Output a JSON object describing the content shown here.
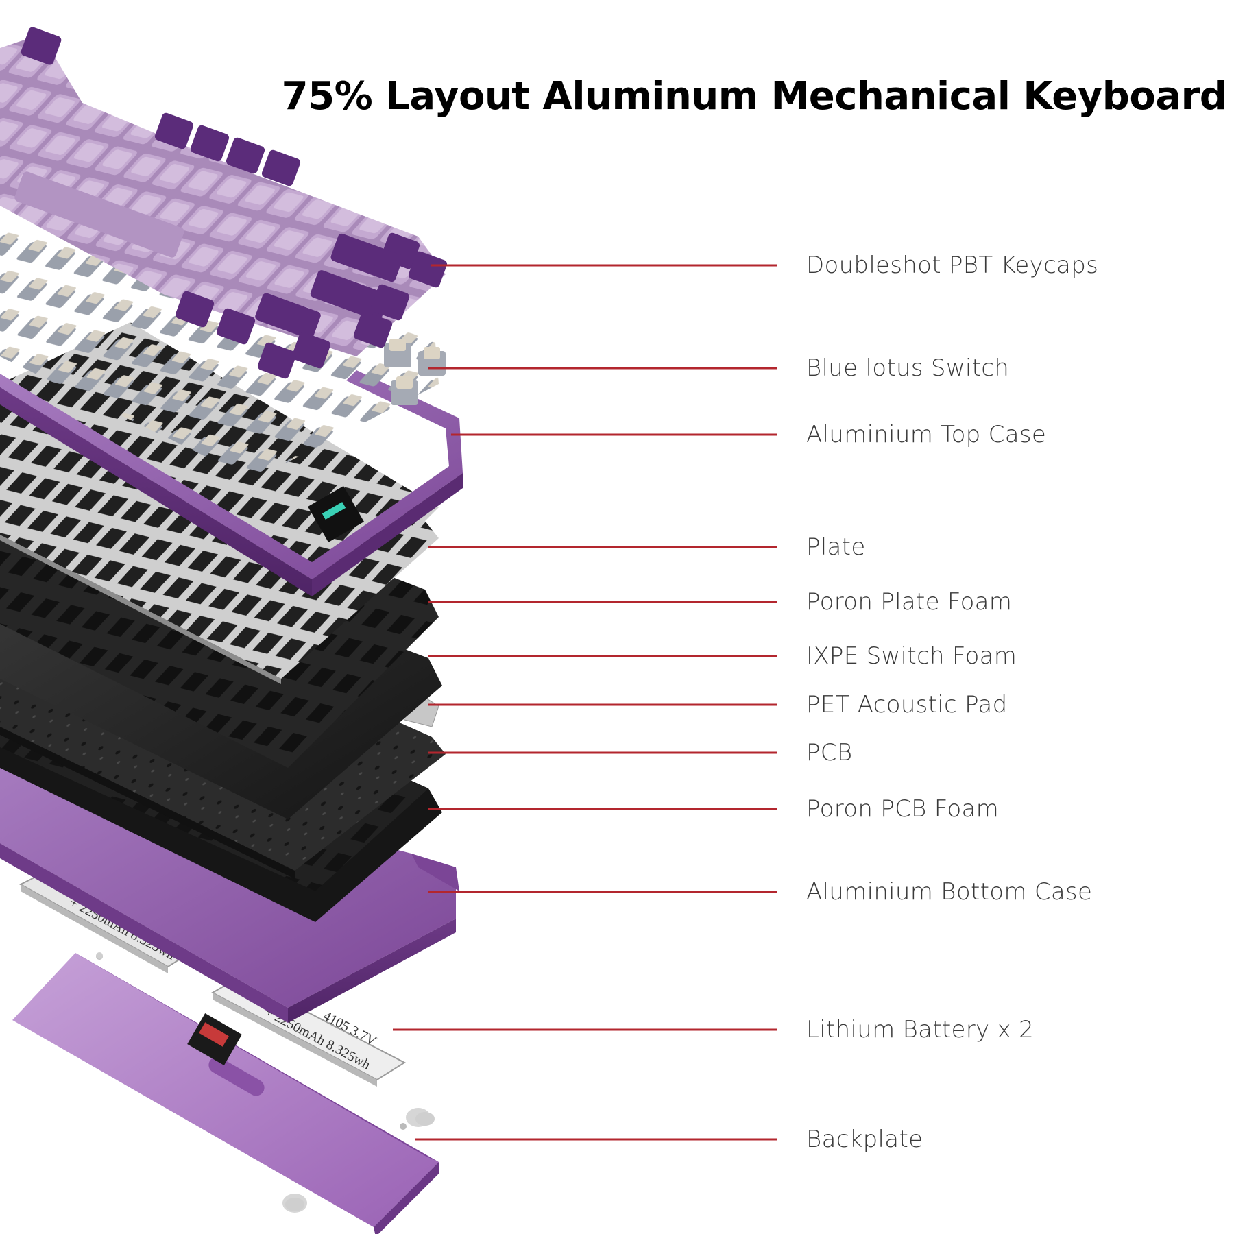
{
  "title": "75% Layout Aluminum Mechanical Keyboard",
  "colors": {
    "leader_line": "#b3262e",
    "case_purple": "#8e5aa8",
    "keycap_light": "#b99cc6",
    "keycap_dark": "#5b2c7a",
    "plate_grey": "#c8c8c8",
    "foam_black": "#1e1e1e",
    "pcb_black": "#2a2a2a"
  },
  "parts": [
    {
      "label": "Doubleshot PBT Keycaps"
    },
    {
      "label": "Blue lotus Switch"
    },
    {
      "label": "Aluminium Top Case"
    },
    {
      "label": "Plate"
    },
    {
      "label": "Poron Plate Foam"
    },
    {
      "label": "IXPE Switch Foam"
    },
    {
      "label": "PET Acoustic Pad"
    },
    {
      "label": "PCB"
    },
    {
      "label": "Poron PCB Foam"
    },
    {
      "label": "Aluminium Bottom Case"
    },
    {
      "label": "Lithium Battery x 2"
    },
    {
      "label": "Backplate"
    }
  ],
  "battery_print": {
    "line1": "+ 2250mAh 8.325wh",
    "line2": "4105 3.7V"
  }
}
